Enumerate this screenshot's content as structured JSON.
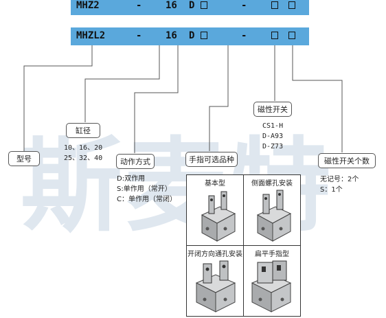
{
  "watermark": "斯麦特",
  "bar1": {
    "model": "MHZ2",
    "dash1": "-",
    "size": "16",
    "d": "D",
    "dash2": "-"
  },
  "bar2": {
    "model": "MHZL2",
    "dash1": "-",
    "size": "16",
    "d": "D",
    "dash2": "-"
  },
  "labels": {
    "model": "型号",
    "bore": "缸径",
    "action": "动作方式",
    "finger": "手指可选品种",
    "switch": "磁性开关",
    "switch_count": "磁性开关个数"
  },
  "bore_values": [
    "10、16、20",
    "25、32、40"
  ],
  "action_values": [
    "D:双作用",
    "S:单作用（常开）",
    "C：单作用（常闭）"
  ],
  "switch_values": [
    "CS1-H",
    "D-A93",
    "D-Z73"
  ],
  "switch_count_values": [
    "无记号：2个",
    "S：1个"
  ],
  "finger_options": [
    "基本型",
    "侧面螺孔安装",
    "开闭方向通孔安装",
    "扁平手指型"
  ]
}
